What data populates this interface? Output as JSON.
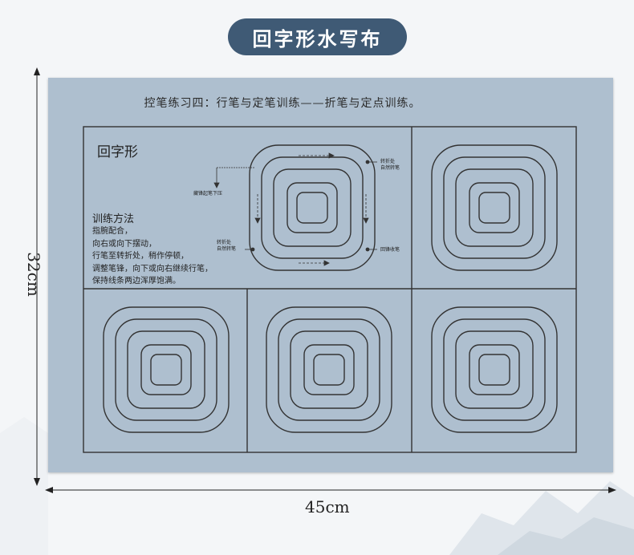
{
  "header": {
    "title": "回字形水写布"
  },
  "mat": {
    "heading": "控笔练习四：行笔与定笔训练——折笔与定点训练。",
    "cell_title": "回字形",
    "method_title": "训练方法",
    "method_lines": [
      "指腕配合，",
      "向右或向下摆动，",
      "行笔至转折处，稍作停顿，",
      "调整笔锋，向下或向右继续行笔，",
      "保持线条两边浑厚饱满。"
    ],
    "notes": {
      "start": "藏锋起笔下压",
      "turn_top_1": "转折处",
      "turn_top_2": "自然转笔",
      "turn_left_1": "转折处",
      "turn_left_2": "自然转笔",
      "end": "回锋收笔"
    }
  },
  "dimensions": {
    "width_label": "45cm",
    "height_label": "32cm"
  },
  "colors": {
    "pill": "#3f5a75",
    "mat": "#aebfcf",
    "line": "#333333"
  }
}
